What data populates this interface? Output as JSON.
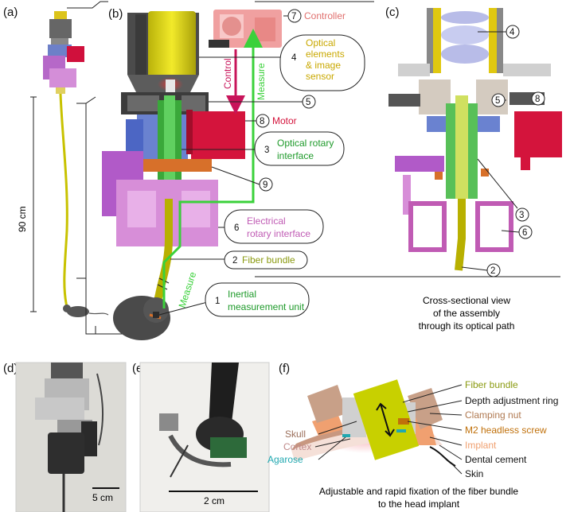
{
  "panels": {
    "a": "(a)",
    "b": "(b)",
    "c": "(c)",
    "d": "(d)",
    "e": "(e)",
    "f": "(f)"
  },
  "panel_a": {
    "length_label": "90 cm"
  },
  "panel_b": {
    "callouts": [
      {
        "num": "7",
        "text": "Controller",
        "color": "#e0706e"
      },
      {
        "num": "4",
        "lines": [
          "Optical",
          "elements",
          "& image",
          "sensor"
        ],
        "color": "#c9a800"
      },
      {
        "num": "5",
        "text": "",
        "color": "#111111"
      },
      {
        "num": "8",
        "text": "Motor",
        "color": "#d4143c"
      },
      {
        "num": "3",
        "lines": [
          "Optical rotary",
          "interface"
        ],
        "color": "#1e9a2a"
      },
      {
        "num": "9",
        "text": "",
        "color": "#111111"
      },
      {
        "num": "6",
        "lines": [
          "Electrical",
          "rotary interface"
        ],
        "color": "#c05bb4"
      },
      {
        "num": "2",
        "text": "Fiber bundle",
        "color": "#8a9a10"
      },
      {
        "num": "1",
        "lines": [
          "Inertial",
          "measurement unit"
        ],
        "color": "#1e9a2a"
      }
    ],
    "arrows": {
      "control": "Control",
      "measure_top": "Measure",
      "measure_bottom": "Measure"
    },
    "colors": {
      "control": "#c8145a",
      "measure": "#3ad13a"
    }
  },
  "panel_c": {
    "callouts": [
      "4",
      "5",
      "8",
      "3",
      "6",
      "2"
    ],
    "caption_lines": [
      "Cross-sectional view",
      "of the assembly",
      "through its optical path"
    ]
  },
  "panel_d": {
    "scale": "5 cm"
  },
  "panel_e": {
    "scale": "2 cm"
  },
  "panel_f": {
    "right_labels": [
      {
        "text": "Fiber bundle",
        "color": "#8a9a10"
      },
      {
        "text": "Depth adjustment ring",
        "color": "#111111"
      },
      {
        "text": "Clamping nut",
        "color": "#b07a52"
      },
      {
        "text": "M2 headless screw",
        "color": "#c0700a"
      },
      {
        "text": "Implant",
        "color": "#f0a070"
      },
      {
        "text": "Dental cement",
        "color": "#111111"
      },
      {
        "text": "Skin",
        "color": "#111111"
      }
    ],
    "left_labels": [
      {
        "text": "Skull",
        "color": "#9a6e5a"
      },
      {
        "text": "Cortex",
        "color": "#c08a8a"
      },
      {
        "text": "Agarose",
        "color": "#20a8b0"
      }
    ],
    "caption_lines": [
      "Adjustable and rapid fixation of the fiber bundle",
      "to the head implant"
    ]
  }
}
